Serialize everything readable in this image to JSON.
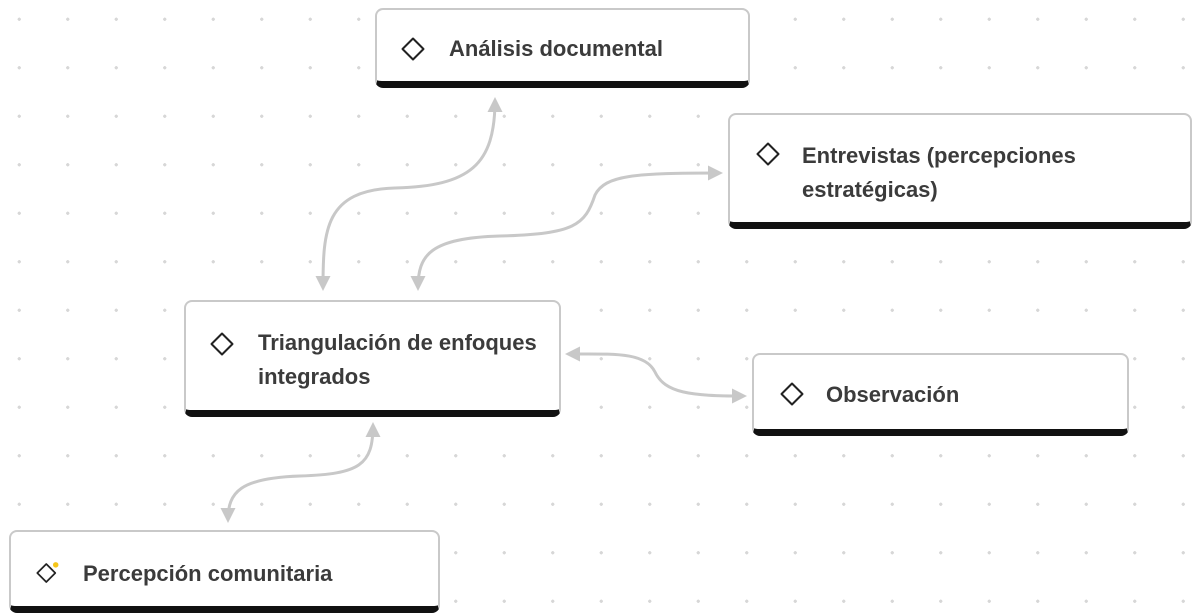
{
  "diagram": {
    "nodes": [
      {
        "id": "analisis",
        "label": "Análisis documental",
        "icon": "diamond-icon",
        "badge": false
      },
      {
        "id": "entrevistas",
        "label": "Entrevistas (percepciones estratégicas)",
        "icon": "diamond-icon",
        "badge": false
      },
      {
        "id": "triangulacion",
        "label": "Triangulación de enfoques integrados",
        "icon": "diamond-icon",
        "badge": false
      },
      {
        "id": "observacion",
        "label": "Observación",
        "icon": "diamond-icon",
        "badge": false
      },
      {
        "id": "percepcion",
        "label": "Percepción comunitaria",
        "icon": "diamond-icon",
        "badge": true
      }
    ],
    "edges": [
      {
        "from": "triangulacion",
        "to": "analisis",
        "bidirectional": true
      },
      {
        "from": "triangulacion",
        "to": "entrevistas",
        "bidirectional": true
      },
      {
        "from": "triangulacion",
        "to": "observacion",
        "bidirectional": true
      },
      {
        "from": "triangulacion",
        "to": "percepcion",
        "bidirectional": true
      }
    ]
  },
  "colors": {
    "connector": "#c8c8c8",
    "node_border": "#c9c9c9",
    "node_bottom_bar": "#111111",
    "text": "#3b3b3b",
    "badge": "#f5c518",
    "canvas_dots": "#d7d7d7"
  }
}
